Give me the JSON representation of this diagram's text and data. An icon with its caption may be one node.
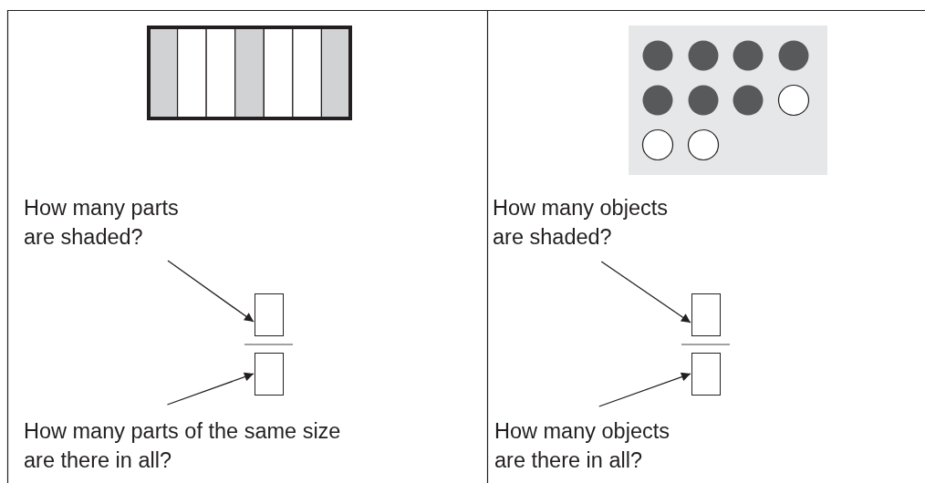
{
  "diagram": {
    "nodes": [
      {
        "text": [
          "How many parts are shaded?"
        ]
      },
      {
        "text": [],
        "shape": "box"
      },
      {
        "text": [],
        "shape": "box"
      },
      {
        "text": [
          "How many parts of the same size are there in all?"
        ]
      },
      {
        "text": [
          "How many objects are shaded?"
        ]
      },
      {
        "text": [],
        "shape": "box"
      },
      {
        "text": [],
        "shape": "box"
      },
      {
        "text": [
          "How many objects are there in all?"
        ]
      }
    ],
    "edges": [
      {
        "from": 0,
        "to": 1,
        "arrow": "to"
      },
      {
        "from": 3,
        "to": 2,
        "arrow": "to"
      },
      {
        "from": 4,
        "to": 5,
        "arrow": "to"
      },
      {
        "from": 7,
        "to": 6,
        "arrow": "to"
      }
    ]
  }
}
